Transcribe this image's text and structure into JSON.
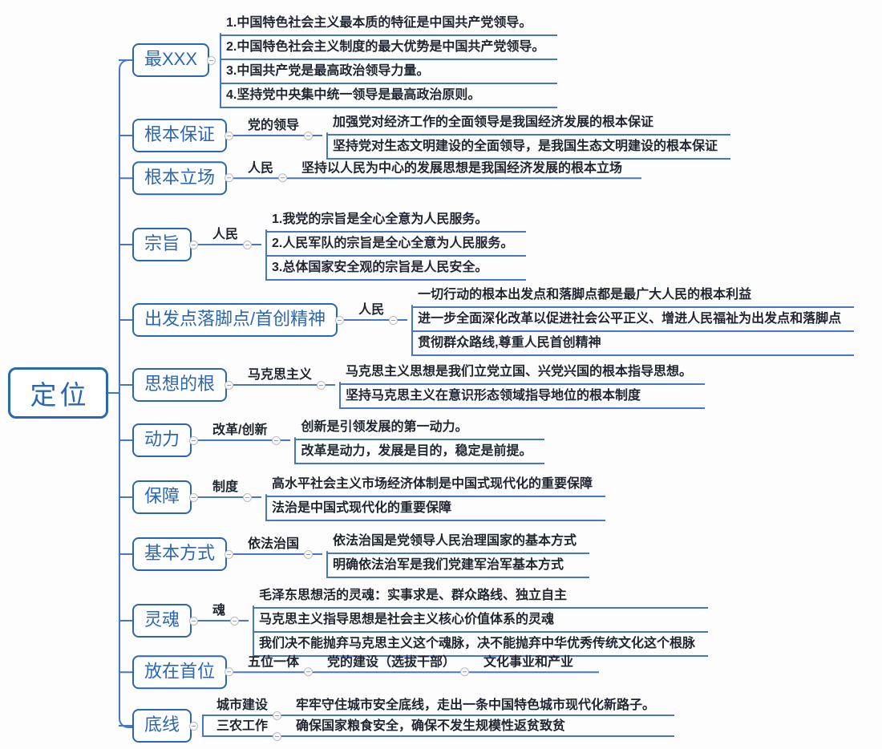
{
  "root": {
    "label": "定位"
  },
  "colors": {
    "node_blue": "#2b66b1",
    "line_blue": "#4577c3",
    "text_dark": "#1f2530",
    "background": "#fdfdfd"
  },
  "branches": [
    {
      "label": "最XXX",
      "children": [
        "1.中国特色社会主义最本质的特征是中国共产党领导。",
        "2.中国特色社会主义制度的最大优势是中国共产党领导。",
        "3.中国共产党是最高政治领导力量。",
        "4.坚持党中央集中统一领导是最高政治原则。"
      ]
    },
    {
      "label": "根本保证",
      "sublabel": "党的领导",
      "children": [
        "加强党对经济工作的全面领导是我国经济发展的根本保证",
        "坚持党对生态文明建设的全面领导，是我国生态文明建设的根本保证"
      ]
    },
    {
      "label": "根本立场",
      "sublabel": "人民",
      "inline_text": "坚持以人民为中心的发展思想是我国经济发展的根本立场"
    },
    {
      "label": "宗旨",
      "sublabel": "人民",
      "children": [
        "1.我党的宗旨是全心全意为人民服务。",
        "2.人民军队的宗旨是全心全意为人民服务。",
        "3.总体国家安全观的宗旨是人民安全。"
      ]
    },
    {
      "label": "出发点落脚点/首创精神",
      "sublabel": "人民",
      "children": [
        "一切行动的根本出发点和落脚点都是最广大人民的根本利益",
        "进一步全面深化改革以促进社会公平正义、增进人民福祉为出发点和落脚点",
        "贯彻群众路线,尊重人民首创精神"
      ]
    },
    {
      "label": "思想的根",
      "sublabel": "马克思主义",
      "children": [
        "马克思主义思想是我们立党立国、兴党兴国的根本指导思想。",
        "坚持马克思主义在意识形态领域指导地位的根本制度"
      ]
    },
    {
      "label": "动力",
      "sublabel": "改革/创新",
      "children": [
        "创新是引领发展的第一动力。",
        "改革是动力，发展是目的，稳定是前提。"
      ]
    },
    {
      "label": "保障",
      "sublabel": "制度",
      "children": [
        "高水平社会主义市场经济体制是中国式现代化的重要保障",
        "法治是中国式现代化的重要保障"
      ]
    },
    {
      "label": "基本方式",
      "sublabel": "依法治国",
      "children": [
        "依法治国是党领导人民治理国家的基本方式",
        "明确依法治军是我们党建军治军基本方式"
      ]
    },
    {
      "label": "灵魂",
      "sublabel": "魂",
      "children": [
        "毛泽东思想活的灵魂：实事求是、群众路线、独立自主",
        "马克思主义指导思想是社会主义核心价值体系的灵魂",
        "我们决不能抛弃马克思主义这个魂脉，决不能抛弃中华优秀传统文化这个根脉"
      ]
    },
    {
      "label": "放在首位",
      "chain": [
        "五位一体",
        "党的建设（选拔干部）",
        "文化事业和产业"
      ]
    },
    {
      "label": "底线",
      "rows": [
        {
          "sublabel": "城市建设",
          "text": "牢牢守住城市安全底线，走出一条中国特色城市现代化新路子。"
        },
        {
          "sublabel": "三农工作",
          "text": "确保国家粮食安全，确保不发生规模性返贫致贫"
        }
      ]
    }
  ]
}
